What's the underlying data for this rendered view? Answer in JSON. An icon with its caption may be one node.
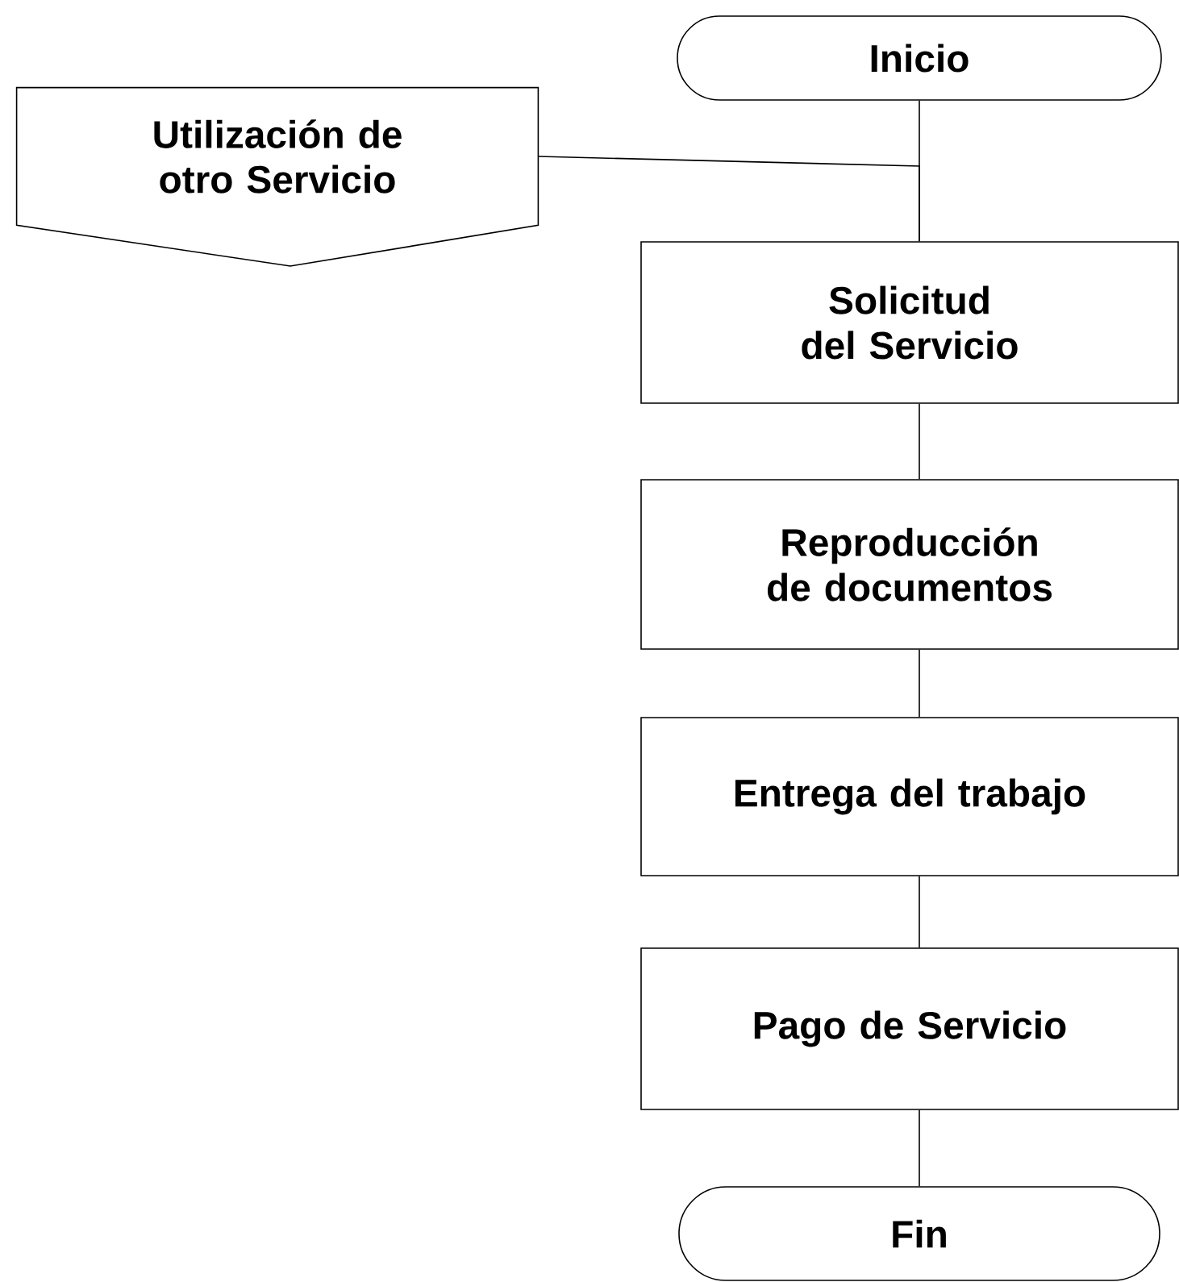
{
  "diagram": {
    "nodes": [
      {
        "text": [
          "Inicio"
        ]
      },
      {
        "text": [
          "Utilización de otro Servicio"
        ]
      },
      {
        "text": [
          "Solicitud del Servicio"
        ]
      },
      {
        "text": [
          "Reproducción de documentos"
        ]
      },
      {
        "text": [
          "Entrega del trabajo"
        ]
      },
      {
        "text": [
          "Pago de Servicio"
        ]
      },
      {
        "text": [
          "Fin"
        ]
      }
    ],
    "edges": [
      {
        "from": 0,
        "to": 2,
        "arrow": "none"
      },
      {
        "from": 1,
        "to": 2,
        "arrow": "none"
      },
      {
        "from": 2,
        "to": 3,
        "arrow": "none"
      },
      {
        "from": 3,
        "to": 4,
        "arrow": "none"
      },
      {
        "from": 4,
        "to": 5,
        "arrow": "none"
      },
      {
        "from": 5,
        "to": 6,
        "arrow": "none"
      }
    ]
  }
}
